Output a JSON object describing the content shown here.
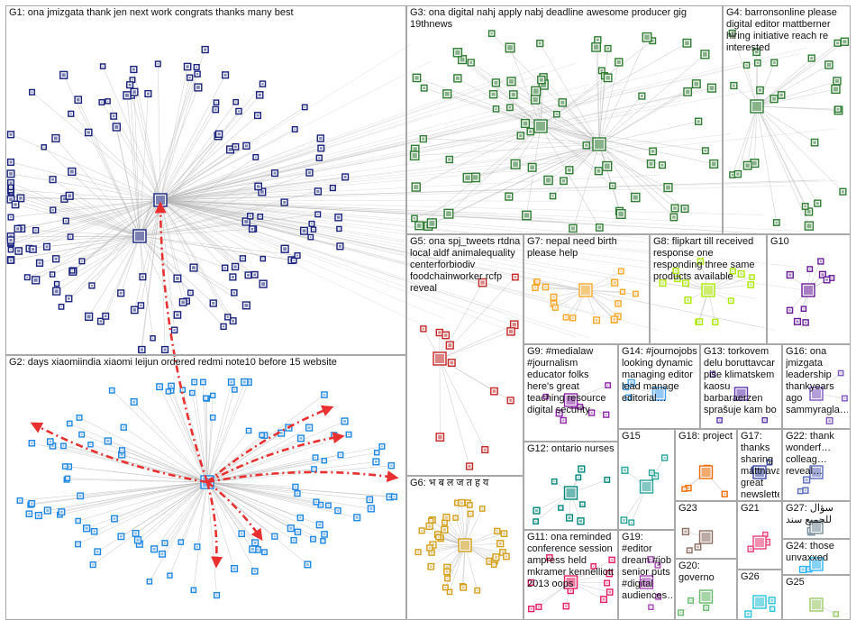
{
  "groups": [
    {
      "id": "G1",
      "label": "G1: ona jmizgata thank jen next work congrats thanks many best"
    },
    {
      "id": "G2",
      "label": "G2: days xiaomiindia xiaomi leijun ordered redmi note10 before 15 website"
    },
    {
      "id": "G3",
      "label": "G3: ona digital nahj apply nabj deadline awesome producer gig 19thnews"
    },
    {
      "id": "G4",
      "label": "G4: barronsonline please digital editor mattberner hiring initiative reach re interested"
    },
    {
      "id": "G5",
      "label": "G5: ona spj_tweets rtdna local aldf animalequality centerforbiodiv foodchainworker rcfp reveal"
    },
    {
      "id": "G6",
      "label": "G6: भ ब ल ज त ह य"
    },
    {
      "id": "G7",
      "label": "G7: nepal need birth please help"
    },
    {
      "id": "G8",
      "label": "G8: flipkart till received response one responding three same products available"
    },
    {
      "id": "G9",
      "label": "G9: #medialaw #journalism educator folks here's great teaching resource digital security"
    },
    {
      "id": "G10",
      "label": "G10"
    },
    {
      "id": "G11",
      "label": "G11: ona reminded conference session ampress held mkramer kennelliott 2013 oops"
    },
    {
      "id": "G12",
      "label": "G12: ontario nurses"
    },
    {
      "id": "G13",
      "label": "G13: torkovem delu boruttavcar piše klimatskem kaosu barbaraerzen sprašuje kam bo"
    },
    {
      "id": "G14",
      "label": "G14: #journojobs looking dynamic managing editor lead manage editorial…"
    },
    {
      "id": "G15",
      "label": "G15"
    },
    {
      "id": "G16",
      "label": "G16: ona jmizgata leadership thankyears ago sammyragla…"
    },
    {
      "id": "G17",
      "label": "G17: thanks sharing mattnavarra great newsletter…"
    },
    {
      "id": "G18",
      "label": "G18: project"
    },
    {
      "id": "G19",
      "label": "G19: #editor dream #job senior puts #digital audiences…"
    },
    {
      "id": "G20",
      "label": "G20: governo"
    },
    {
      "id": "G21",
      "label": "G21"
    },
    {
      "id": "G22",
      "label": "G22: thank wonderf… colleag… reveal…"
    },
    {
      "id": "G23",
      "label": "G23"
    },
    {
      "id": "G24",
      "label": "G24: those unvaxxed"
    },
    {
      "id": "G25",
      "label": "G25"
    },
    {
      "id": "G26",
      "label": "G26"
    },
    {
      "id": "G27",
      "label": "G27: سؤال للجميع سند"
    }
  ],
  "colors": {
    "background": "#ffffff",
    "border": "#a8a8a8",
    "edge": "#b4b4b4",
    "highlight_edge": "#e83030",
    "G1": "#1a237e",
    "G2": "#1e88e5",
    "G3": "#2e7d32",
    "G4": "#2e7d32",
    "G5": "#c62828",
    "G6": "#d4a017",
    "G7": "#f9a825",
    "G8": "#aeea00",
    "G9": "#8e24aa",
    "G10": "#6a1b9a",
    "G11": "#e91e63",
    "G12": "#00897b",
    "G13": "#5e35b1",
    "G14": "#42a5f5",
    "G15": "#26a69a",
    "G16": "#7e57c2",
    "G17": "#3949ab",
    "G18": "#ef6c00",
    "G19": "#ab47bc",
    "G20": "#66bb6a",
    "G21": "#ec407a",
    "G22": "#5c6bc0",
    "G23": "#8d6e63",
    "G24": "#29b6f6",
    "G25": "#9ccc65",
    "G26": "#26c6da",
    "G27": "#78909c"
  }
}
